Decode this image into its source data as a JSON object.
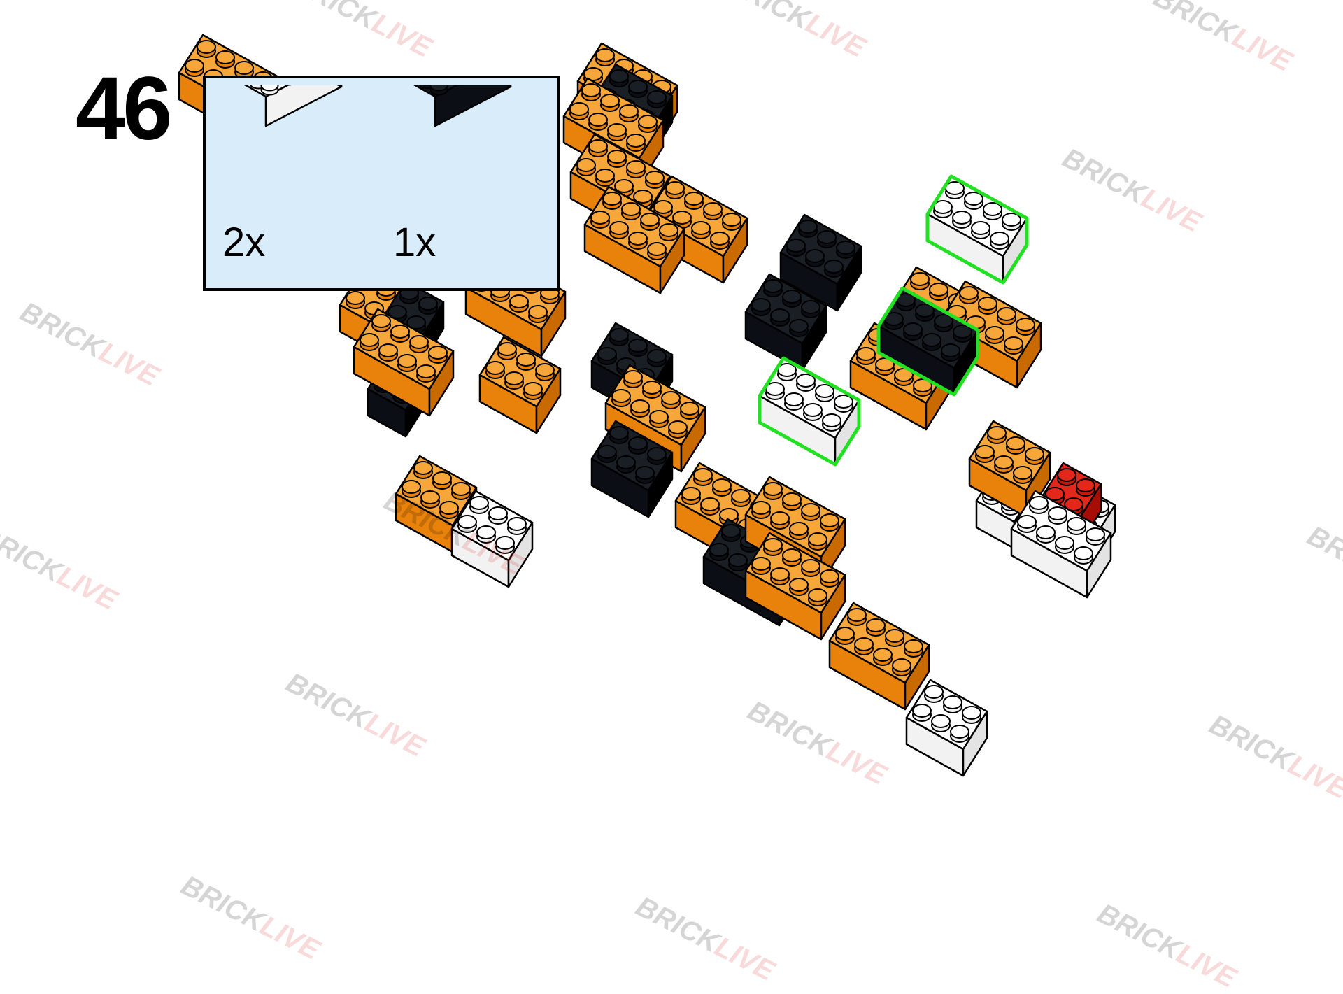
{
  "step": {
    "number": "46"
  },
  "parts": [
    {
      "quantity": "2x",
      "color": "#ffffff",
      "name": "white-brick-2x4"
    },
    {
      "quantity": "1x",
      "color": "#0b0f15",
      "name": "black-brick-2x4"
    }
  ],
  "watermark": {
    "part1": "BRICK",
    "part2": "LIVE"
  },
  "colors": {
    "orange": "#f39619",
    "black": "#0b0f15",
    "white": "#ffffff",
    "red": "#d81c0e",
    "highlight": "#22e022",
    "box_background": "#d8ecfa"
  }
}
